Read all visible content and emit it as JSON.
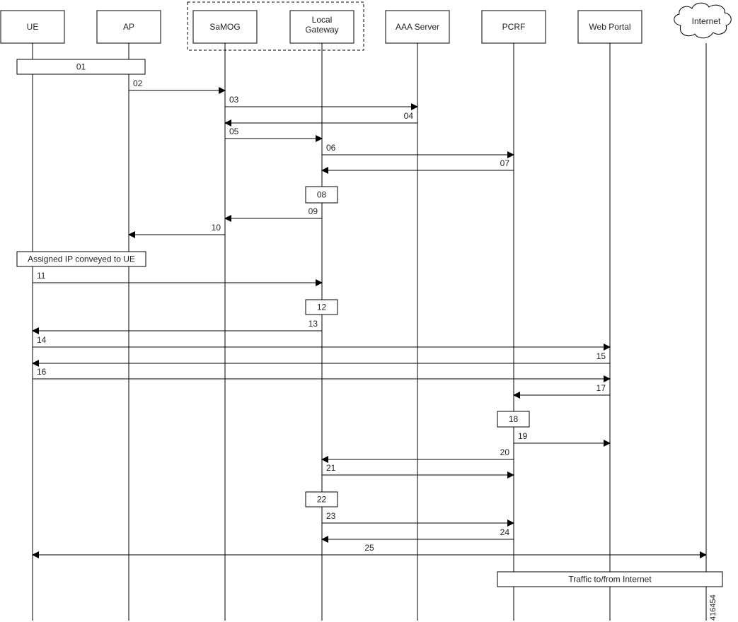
{
  "diagram": {
    "participants": [
      {
        "id": "ue",
        "lines": [
          "UE"
        ]
      },
      {
        "id": "ap",
        "lines": [
          "AP"
        ]
      },
      {
        "id": "samog",
        "lines": [
          "SaMOG"
        ]
      },
      {
        "id": "lgw",
        "lines": [
          "Local",
          "Gateway"
        ]
      },
      {
        "id": "aaa",
        "lines": [
          "AAA Server"
        ]
      },
      {
        "id": "pcrf",
        "lines": [
          "PCRF"
        ]
      },
      {
        "id": "portal",
        "lines": [
          "Web Portal"
        ]
      },
      {
        "id": "internet",
        "lines": [
          "Internet"
        ]
      }
    ],
    "messages": [
      {
        "label": "02",
        "from": "ap",
        "to": "samog"
      },
      {
        "label": "03",
        "from": "samog",
        "to": "aaa"
      },
      {
        "label": "04",
        "from": "aaa",
        "to": "samog"
      },
      {
        "label": "05",
        "from": "samog",
        "to": "lgw"
      },
      {
        "label": "06",
        "from": "lgw",
        "to": "pcrf"
      },
      {
        "label": "07",
        "from": "pcrf",
        "to": "lgw"
      },
      {
        "label": "09",
        "from": "lgw",
        "to": "samog"
      },
      {
        "label": "10",
        "from": "samog",
        "to": "ap"
      },
      {
        "label": "11",
        "from": "ue",
        "to": "lgw"
      },
      {
        "label": "13",
        "from": "lgw",
        "to": "ue"
      },
      {
        "label": "14",
        "from": "ue",
        "to": "portal"
      },
      {
        "label": "15",
        "from": "portal",
        "to": "ue"
      },
      {
        "label": "16",
        "from": "ue",
        "to": "portal"
      },
      {
        "label": "17",
        "from": "portal",
        "to": "pcrf"
      },
      {
        "label": "19",
        "from": "pcrf",
        "to": "portal"
      },
      {
        "label": "20",
        "from": "pcrf",
        "to": "lgw"
      },
      {
        "label": "21",
        "from": "lgw",
        "to": "pcrf"
      },
      {
        "label": "23",
        "from": "lgw",
        "to": "pcrf"
      },
      {
        "label": "24",
        "from": "pcrf",
        "to": "lgw"
      },
      {
        "label": "25",
        "from": "ue",
        "to": "internet",
        "bidirectional": true
      }
    ],
    "notes": [
      {
        "label": "01"
      },
      {
        "label": "08"
      },
      {
        "label": "Assigned IP conveyed to UE"
      },
      {
        "label": "12"
      },
      {
        "label": "18"
      },
      {
        "label": "22"
      },
      {
        "label": "Traffic to/from Internet"
      }
    ],
    "figure_id": "416454"
  }
}
